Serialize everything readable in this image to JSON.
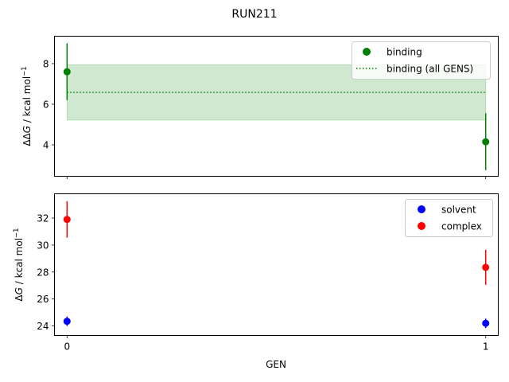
{
  "figure": {
    "title": "RUN211"
  },
  "chart_data": [
    {
      "type": "scatter",
      "panel": "top",
      "ylabel_base": "ΔΔ",
      "ylabel_var": "G",
      "ylabel_rest": " / kcal mol",
      "ylabel_sup": "−1",
      "xlim": [
        -0.03,
        1.03
      ],
      "ylim": [
        2.45,
        9.35
      ],
      "xticks": [
        0,
        1
      ],
      "yticks": [
        4,
        6,
        8
      ],
      "legend_position": "upper right",
      "series": [
        {
          "name": "binding",
          "color": "#008000",
          "x": [
            0,
            1
          ],
          "y": [
            7.6,
            4.15
          ],
          "yerr": [
            1.4,
            1.4
          ]
        }
      ],
      "overall": {
        "name": "binding (all GENS)",
        "color": "#008000",
        "value": 6.58,
        "band": [
          5.22,
          7.94
        ],
        "band_color": "#cfe8cf",
        "x_range": [
          0,
          1
        ]
      }
    },
    {
      "type": "scatter",
      "panel": "bottom",
      "ylabel_base": "Δ",
      "ylabel_var": "G",
      "ylabel_rest": " / kcal mol",
      "ylabel_sup": "−1",
      "xlabel": "GEN",
      "xlim": [
        -0.03,
        1.03
      ],
      "ylim": [
        23.3,
        33.8
      ],
      "xticks": [
        0,
        1
      ],
      "xtick_labels": [
        "0",
        "1"
      ],
      "yticks": [
        24,
        26,
        28,
        30,
        32
      ],
      "legend_position": "upper right",
      "series": [
        {
          "name": "solvent",
          "color": "#0000ff",
          "x": [
            0,
            1
          ],
          "y": [
            24.35,
            24.2
          ],
          "yerr": [
            0.35,
            0.35
          ]
        },
        {
          "name": "complex",
          "color": "#ff0000",
          "x": [
            0,
            1
          ],
          "y": [
            31.9,
            28.35
          ],
          "yerr": [
            1.35,
            1.3
          ]
        }
      ]
    }
  ]
}
